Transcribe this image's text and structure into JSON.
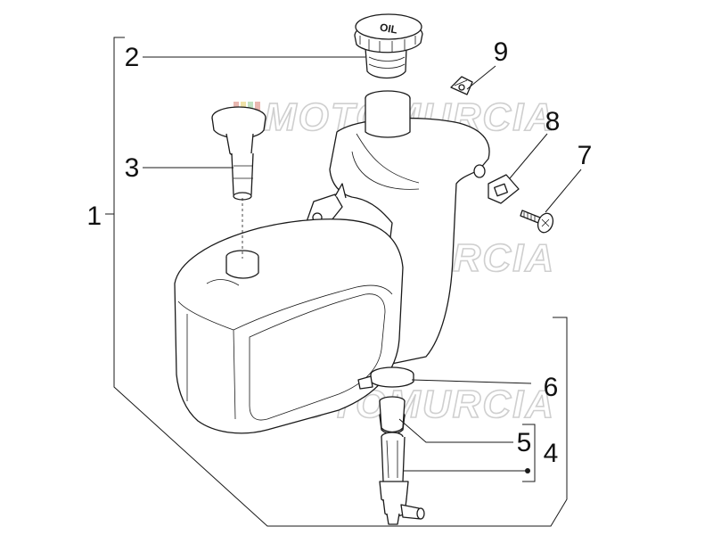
{
  "watermark": "MOTOMURCIA",
  "cap_text": "OIL",
  "callouts": [
    "1",
    "2",
    "3",
    "4",
    "5",
    "6",
    "7",
    "8",
    "9"
  ],
  "colors": {
    "stripe_red": "#e8b7b0",
    "stripe_yellow": "#efe2a8",
    "stripe_green": "#bfe0c0"
  }
}
